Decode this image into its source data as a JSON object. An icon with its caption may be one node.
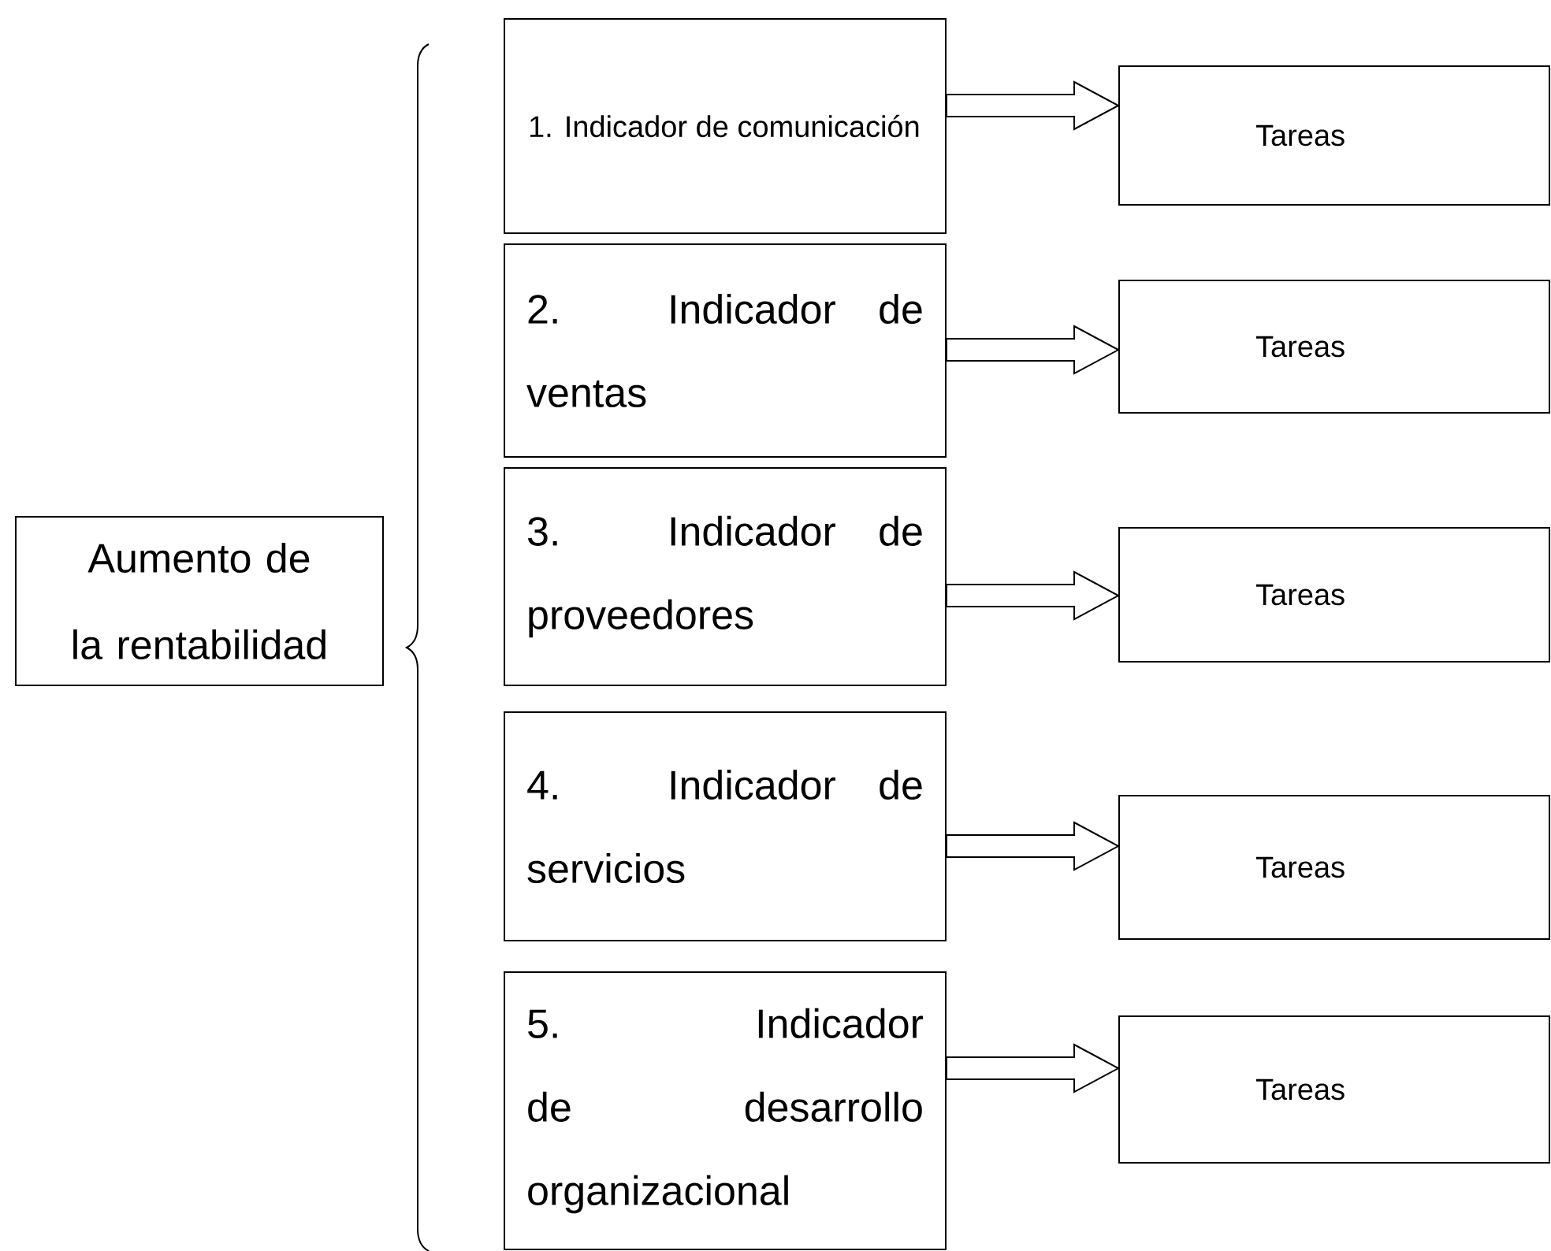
{
  "diagram": {
    "nodes": [
      {
        "text": [
          "Aumento de la rentabilidad"
        ]
      },
      {
        "text": [
          "1. Indicador de comunicación"
        ]
      },
      {
        "text": [
          "2. Indicador de ventas"
        ]
      },
      {
        "text": [
          "3. Indicador de proveedores"
        ]
      },
      {
        "text": [
          "4. Indicador de servicios"
        ]
      },
      {
        "text": [
          "5. Indicador de desarrollo organizacional"
        ]
      },
      {
        "text": [
          "Tareas"
        ]
      },
      {
        "text": [
          "Tareas"
        ]
      },
      {
        "text": [
          "Tareas"
        ]
      },
      {
        "text": [
          "Tareas"
        ]
      },
      {
        "text": [
          "Tareas"
        ]
      }
    ],
    "edges": [
      {
        "from": 1,
        "to": 6,
        "arrow": "to"
      },
      {
        "from": 2,
        "to": 7,
        "arrow": "to"
      },
      {
        "from": 3,
        "to": 8,
        "arrow": "to"
      },
      {
        "from": 4,
        "to": 9,
        "arrow": "to"
      },
      {
        "from": 5,
        "to": 10,
        "arrow": "to"
      }
    ]
  }
}
